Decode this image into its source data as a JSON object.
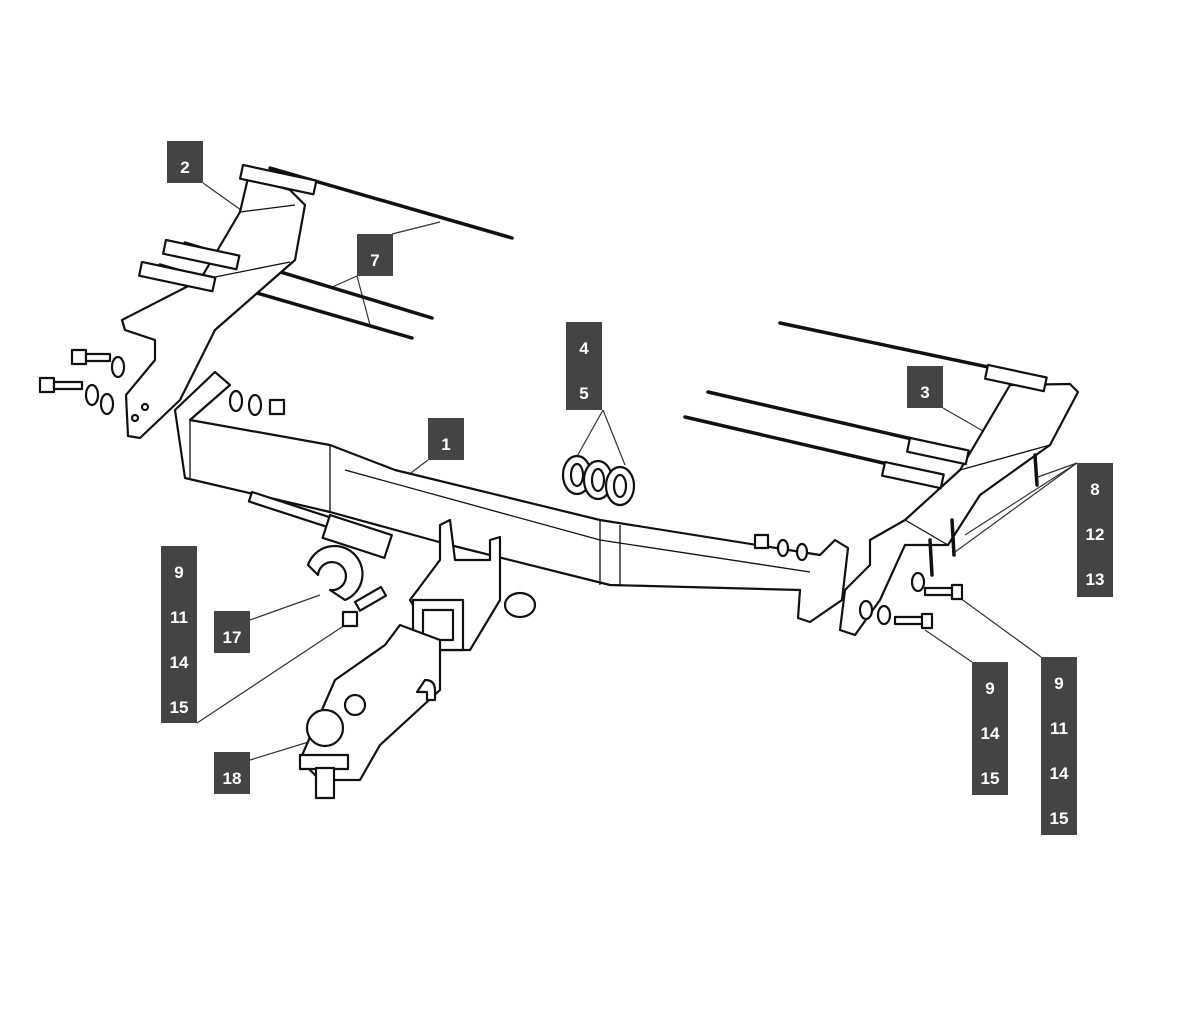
{
  "diagram": {
    "title": "Tow bar exploded parts diagram",
    "label_color": "#444444",
    "labels": [
      {
        "id": "label-2",
        "numbers": [
          "2"
        ]
      },
      {
        "id": "label-7",
        "numbers": [
          "7"
        ]
      },
      {
        "id": "label-4-5",
        "numbers": [
          "4",
          "5"
        ]
      },
      {
        "id": "label-1",
        "numbers": [
          "1"
        ]
      },
      {
        "id": "label-3",
        "numbers": [
          "3"
        ]
      },
      {
        "id": "label-8-12-13",
        "numbers": [
          "8",
          "12",
          "13"
        ]
      },
      {
        "id": "label-9-11-14-15-left",
        "numbers": [
          "9",
          "11",
          "14",
          "15"
        ]
      },
      {
        "id": "label-17",
        "numbers": [
          "17"
        ]
      },
      {
        "id": "label-18",
        "numbers": [
          "18"
        ]
      },
      {
        "id": "label-9-14-15",
        "numbers": [
          "9",
          "14",
          "15"
        ]
      },
      {
        "id": "label-9-11-14-15-right",
        "numbers": [
          "9",
          "11",
          "14",
          "15"
        ]
      }
    ]
  }
}
